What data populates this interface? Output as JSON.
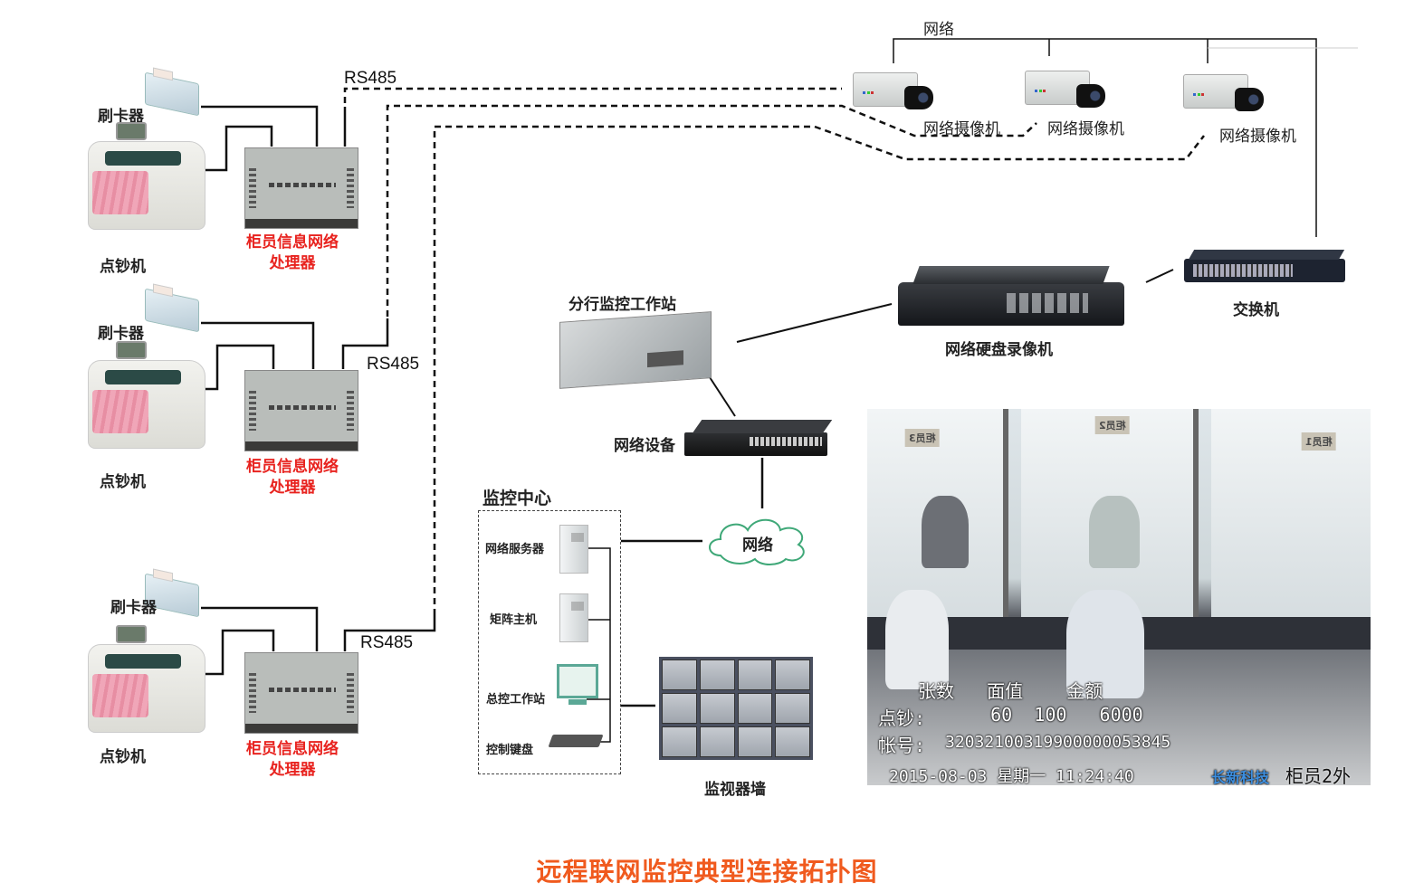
{
  "title": "远程联网监控典型连接拓扑图",
  "counter_units": [
    {
      "card_reader_label": "刷卡器",
      "cash_counter_label": "点钞机",
      "processor_label_line1": "柜员信息网络",
      "processor_label_line2": "处理器",
      "link_label": "RS485"
    },
    {
      "card_reader_label": "刷卡器",
      "cash_counter_label": "点钞机",
      "processor_label_line1": "柜员信息网络",
      "processor_label_line2": "处理器",
      "link_label": "RS485"
    },
    {
      "card_reader_label": "刷卡器",
      "cash_counter_label": "点钞机",
      "processor_label_line1": "柜员信息网络",
      "processor_label_line2": "处理器",
      "link_label": "RS485"
    }
  ],
  "camera_network": {
    "network_label": "网络",
    "cameras": [
      {
        "label": "网络摄像机"
      },
      {
        "label": "网络摄像机"
      },
      {
        "label": "网络摄像机"
      }
    ]
  },
  "switch": {
    "label": "交换机"
  },
  "dvr": {
    "label": "网络硬盘录像机"
  },
  "branch_workstation": {
    "label": "分行监控工作站"
  },
  "network_device": {
    "label": "网络设备"
  },
  "cloud": {
    "label": "网络"
  },
  "monitoring_center": {
    "title": "监控中心",
    "items": [
      {
        "label": "网络服务器"
      },
      {
        "label": "矩阵主机"
      },
      {
        "label": "总控工作站"
      },
      {
        "label": "控制键盘"
      }
    ]
  },
  "video_wall": {
    "label": "监视器墙"
  },
  "cctv_frame": {
    "header_row": "张数   面值    金额",
    "count_label": "点钞:",
    "count_values": "   60  100   6000",
    "account_label": "帐号:",
    "account_value": "32032100319900000053845",
    "datetime": "2015-08-03 星期一 11:24:40",
    "brand": "长新科技",
    "counter_id": "柜员2外",
    "window_signs": [
      "柜员3",
      "柜员2",
      "柜员1"
    ]
  },
  "colors": {
    "title": "#f05a1e",
    "processor_label": "#e8231f",
    "cloud_stroke": "#3fa878"
  }
}
